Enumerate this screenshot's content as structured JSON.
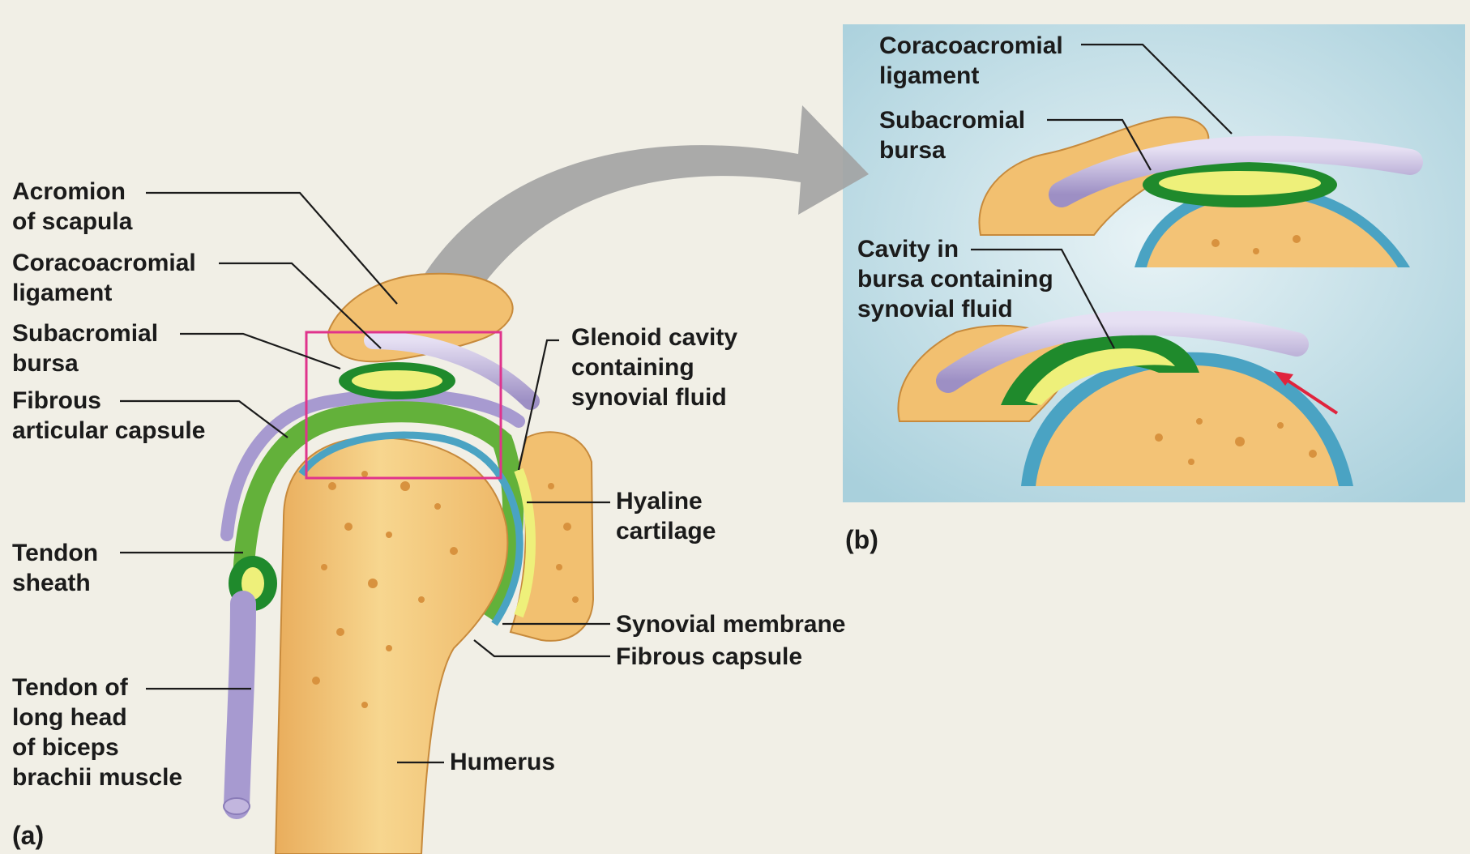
{
  "panel_a": {
    "tag": "(a)",
    "labels": {
      "acromion": [
        "Acromion",
        "of scapula"
      ],
      "coracoacromial": [
        "Coracoacromial",
        "ligament"
      ],
      "subacromial": [
        "Subacromial",
        "bursa"
      ],
      "fibrous_articular": [
        "Fibrous",
        "articular capsule"
      ],
      "tendon_sheath": [
        "Tendon",
        "sheath"
      ],
      "tendon_long_head": [
        "Tendon of",
        "long head",
        "of biceps",
        "brachii muscle"
      ],
      "glenoid": [
        "Glenoid cavity",
        "containing",
        "synovial fluid"
      ],
      "hyaline": [
        "Hyaline",
        "cartilage"
      ],
      "synovial_membrane": "Synovial membrane",
      "fibrous_capsule": "Fibrous capsule",
      "humerus": "Humerus"
    }
  },
  "panel_b": {
    "tag": "(b)",
    "labels": {
      "coracoacromial": [
        "Coracoacromial",
        "ligament"
      ],
      "subacromial": [
        "Subacromial",
        "bursa"
      ],
      "cavity": [
        "Cavity in",
        "bursa containing",
        "synovial fluid"
      ]
    }
  },
  "colors": {
    "page_background": "#f1efe6",
    "panel_b_background": "#bcdde6",
    "bone": "#f3c376",
    "bone_spots": "#d8923e",
    "bursa_outer": "#1f8a2c",
    "bursa_inner": "#eef07a",
    "synovial_membrane": "#6ab53a",
    "cartilage": "#4aa3c3",
    "ligament": "#c2b6de",
    "inset_box": "#e0338c",
    "arrow": "#a2a2a2",
    "pointer_arrow": "#e0243d"
  }
}
